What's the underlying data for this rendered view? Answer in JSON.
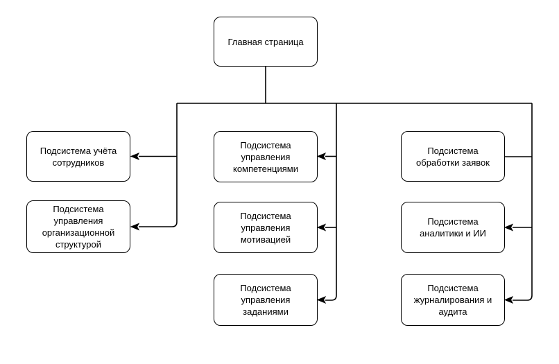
{
  "diagram": {
    "nodes": {
      "main": {
        "label": "Главная страница"
      },
      "employees": {
        "label": "Подсистема учёта\nсотрудников"
      },
      "org": {
        "label": "Подсистема\nуправления\nорганизационной\nструктурой"
      },
      "competencies": {
        "label": "Подсистема\nуправления\nкомпетенциями"
      },
      "motivation": {
        "label": "Подсистема\nуправления\nмотивацией"
      },
      "tasks": {
        "label": "Подсистема\nуправления\nзаданиями"
      },
      "requests": {
        "label": "Подсистема\nобработки заявок"
      },
      "analytics": {
        "label": "Подсистема\nаналитики и ИИ"
      },
      "audit": {
        "label": "Подсистема\nжурналирования и\nаудита"
      }
    },
    "edges": [
      {
        "from": "main",
        "to": "employees",
        "arrowhead": true
      },
      {
        "from": "main",
        "to": "org",
        "arrowhead": true
      },
      {
        "from": "main",
        "to": "competencies",
        "arrowhead": true
      },
      {
        "from": "main",
        "to": "motivation",
        "arrowhead": true
      },
      {
        "from": "main",
        "to": "tasks",
        "arrowhead": true
      },
      {
        "from": "main",
        "to": "requests",
        "arrowhead": false
      },
      {
        "from": "main",
        "to": "analytics",
        "arrowhead": true
      },
      {
        "from": "main",
        "to": "audit",
        "arrowhead": true
      }
    ]
  }
}
